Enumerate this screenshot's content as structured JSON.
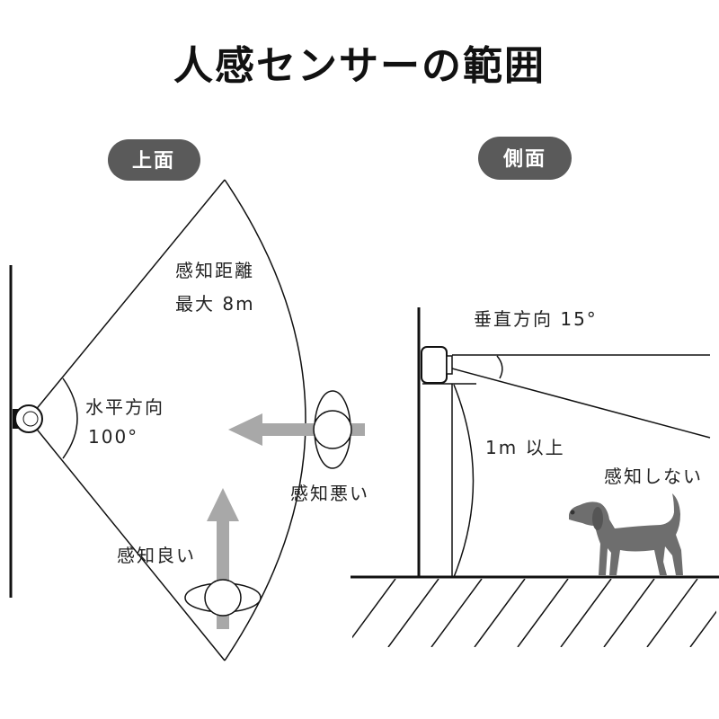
{
  "title": "人感センサーの範囲",
  "top_view": {
    "badge": "上面",
    "distance_label": "感知距離",
    "distance_value": "最大 8m",
    "horizontal_label": "水平方向",
    "horizontal_angle": "100°",
    "bad_detection": "感知悪い",
    "good_detection": "感知良い"
  },
  "side_view": {
    "badge": "側面",
    "vertical_label": "垂直方向 15°",
    "height_label": "1m 以上",
    "no_detection": "感知しない"
  },
  "colors": {
    "badge": "#5a5a5a",
    "arrow": "#a8a8a8",
    "dog": "#6e6e6e",
    "line": "#111111"
  }
}
